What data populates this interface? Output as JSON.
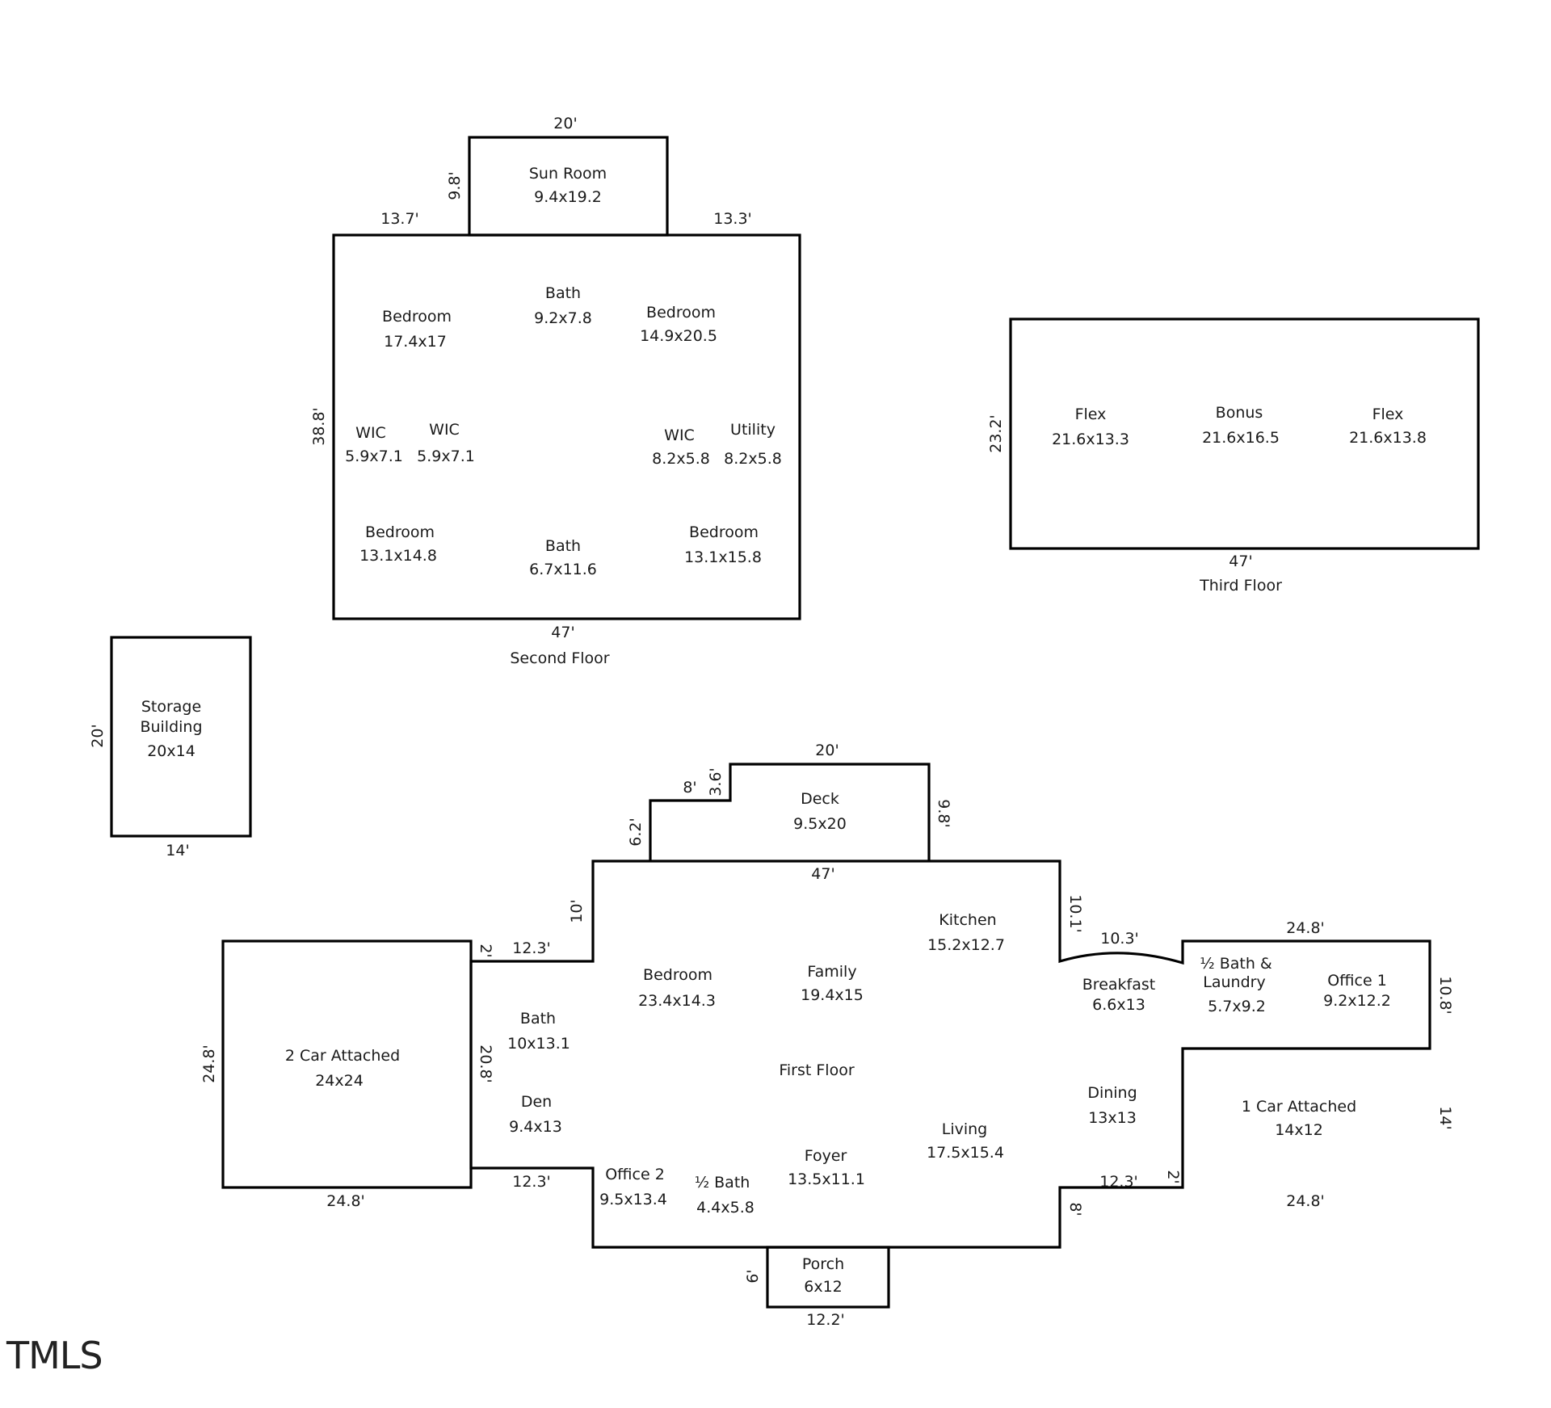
{
  "second_floor": {
    "floor_label": "Second Floor",
    "rooms": {
      "sun_room": {
        "name": "Sun Room",
        "size": "9.4x19.2"
      },
      "bedroom_nw": {
        "name": "Bedroom",
        "size": "17.4x17"
      },
      "bath_top": {
        "name": "Bath",
        "size": "9.2x7.8"
      },
      "bedroom_ne": {
        "name": "Bedroom",
        "size": "14.9x20.5"
      },
      "wic_1": {
        "name": "WIC",
        "size": "5.9x7.1"
      },
      "wic_2": {
        "name": "WIC",
        "size": "5.9x7.1"
      },
      "wic_3": {
        "name": "WIC",
        "size": "8.2x5.8"
      },
      "utility": {
        "name": "Utility",
        "size": "8.2x5.8"
      },
      "bedroom_sw": {
        "name": "Bedroom",
        "size": "13.1x14.8"
      },
      "bath_bottom": {
        "name": "Bath",
        "size": "6.7x11.6"
      },
      "bedroom_se": {
        "name": "Bedroom",
        "size": "13.1x15.8"
      }
    },
    "dims": {
      "sun_width": "20'",
      "sun_depth": "9.8'",
      "left_offset": "13.7'",
      "right_offset": "13.3'",
      "depth": "38.8'",
      "width": "47'"
    }
  },
  "third_floor": {
    "floor_label": "Third Floor",
    "rooms": {
      "flex_left": {
        "name": "Flex",
        "size": "21.6x13.3"
      },
      "bonus": {
        "name": "Bonus",
        "size": "21.6x16.5"
      },
      "flex_right": {
        "name": "Flex",
        "size": "21.6x13.8"
      }
    },
    "dims": {
      "depth": "23.2'",
      "width": "47'"
    }
  },
  "storage_building": {
    "name_line1": "Storage",
    "name_line2": "Building",
    "size": "20x14",
    "dims": {
      "depth": "20'",
      "width": "14'"
    }
  },
  "first_floor": {
    "floor_label": "First Floor",
    "rooms": {
      "deck": {
        "name": "Deck",
        "size": "9.5x20"
      },
      "kitchen": {
        "name": "Kitchen",
        "size": "15.2x12.7"
      },
      "bedroom": {
        "name": "Bedroom",
        "size": "23.4x14.3"
      },
      "family": {
        "name": "Family",
        "size": "19.4x15"
      },
      "bath": {
        "name": "Bath",
        "size": "10x13.1"
      },
      "den": {
        "name": "Den",
        "size": "9.4x13"
      },
      "breakfast": {
        "name": "Breakfast",
        "size": "6.6x13"
      },
      "half_bath_laundry": {
        "name_line1": "½ Bath &",
        "name_line2": "Laundry",
        "size": "5.7x9.2"
      },
      "office_1": {
        "name": "Office 1",
        "size": "9.2x12.2"
      },
      "garage_2": {
        "name": "2 Car Attached",
        "size": "24x24"
      },
      "garage_1": {
        "name": "1 Car Attached",
        "size": "14x12"
      },
      "dining": {
        "name": "Dining",
        "size": "13x13"
      },
      "living": {
        "name": "Living",
        "size": "17.5x15.4"
      },
      "foyer": {
        "name": "Foyer",
        "size": "13.5x11.1"
      },
      "office_2": {
        "name": "Office 2",
        "size": "9.5x13.4"
      },
      "half_bath": {
        "name": "½ Bath",
        "size": "4.4x5.8"
      },
      "porch": {
        "name": "Porch",
        "size": "6x12"
      }
    },
    "dims": {
      "deck_width": "20'",
      "deck_step": "8'",
      "deck_step_h": "3.6'",
      "deck_left": "6.2'",
      "deck_right": "9.8'",
      "main_width": "47'",
      "left_jog_h": "10'",
      "right_jog_h": "10.1'",
      "left_upper_run": "12.3'",
      "left_upper_step": "2'",
      "garage2_depth": "24.8'",
      "garage2_width": "24.8'",
      "left_wall": "20.8'",
      "left_lower_run": "12.3'",
      "bay_width": "10.3'",
      "east_width": "24.8'",
      "east_upper_depth": "10.8'",
      "garage1_depth": "14'",
      "garage1_width": "24.8'",
      "right_lower_run": "12.3'",
      "right_lower_step": "2'",
      "right_lower_jog": "8'",
      "porch_depth": "6'",
      "porch_width": "12.2'"
    }
  },
  "logo": {
    "text": "TMLS"
  }
}
